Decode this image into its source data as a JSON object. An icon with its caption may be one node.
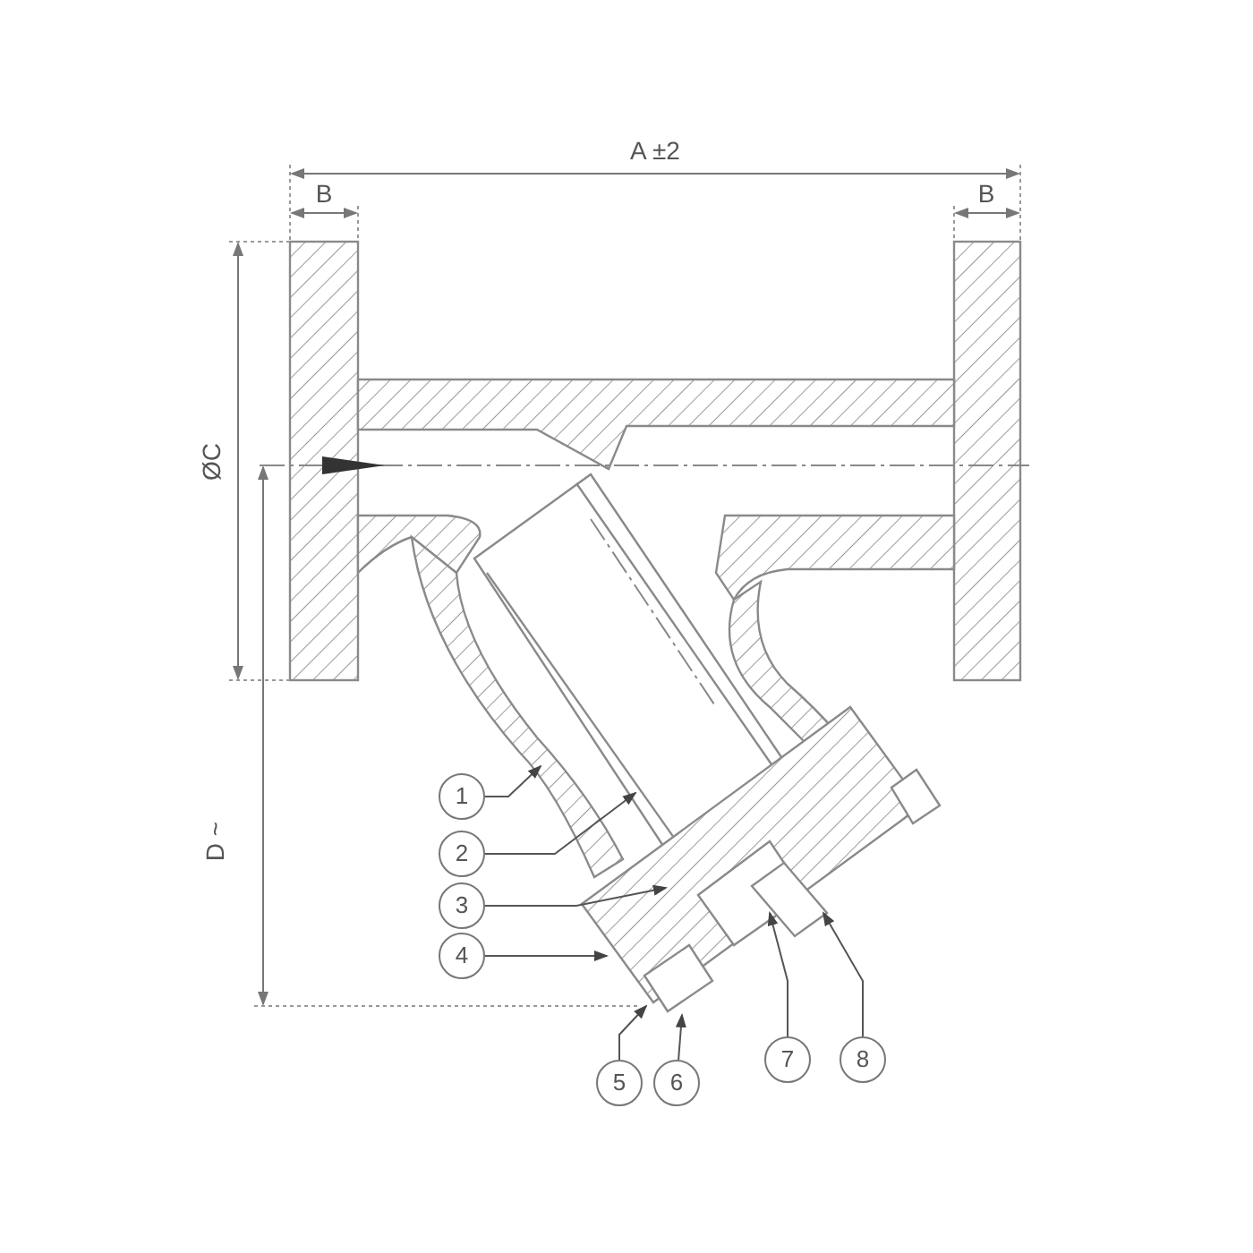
{
  "diagram": {
    "nodes": [
      {
        "text": [
          "1"
        ]
      },
      {
        "text": [
          "2"
        ]
      },
      {
        "text": [
          "3"
        ]
      },
      {
        "text": [
          "4"
        ]
      },
      {
        "text": [
          "5"
        ]
      },
      {
        "text": [
          "6"
        ]
      },
      {
        "text": [
          "7"
        ]
      },
      {
        "text": [
          "8"
        ]
      }
    ],
    "edges": [
      {
        "from": 0,
        "to": null,
        "arrow": "to"
      },
      {
        "from": 1,
        "to": null,
        "arrow": "to"
      },
      {
        "from": 2,
        "to": null,
        "arrow": "to"
      },
      {
        "from": 3,
        "to": null,
        "arrow": "to"
      },
      {
        "from": 4,
        "to": null,
        "arrow": "to"
      },
      {
        "from": 5,
        "to": null,
        "arrow": "to"
      },
      {
        "from": 6,
        "to": null,
        "arrow": "to"
      },
      {
        "from": 7,
        "to": null,
        "arrow": "to"
      }
    ],
    "labels": [
      "A ±2",
      "B",
      "B",
      "ØC",
      "D ~"
    ]
  }
}
